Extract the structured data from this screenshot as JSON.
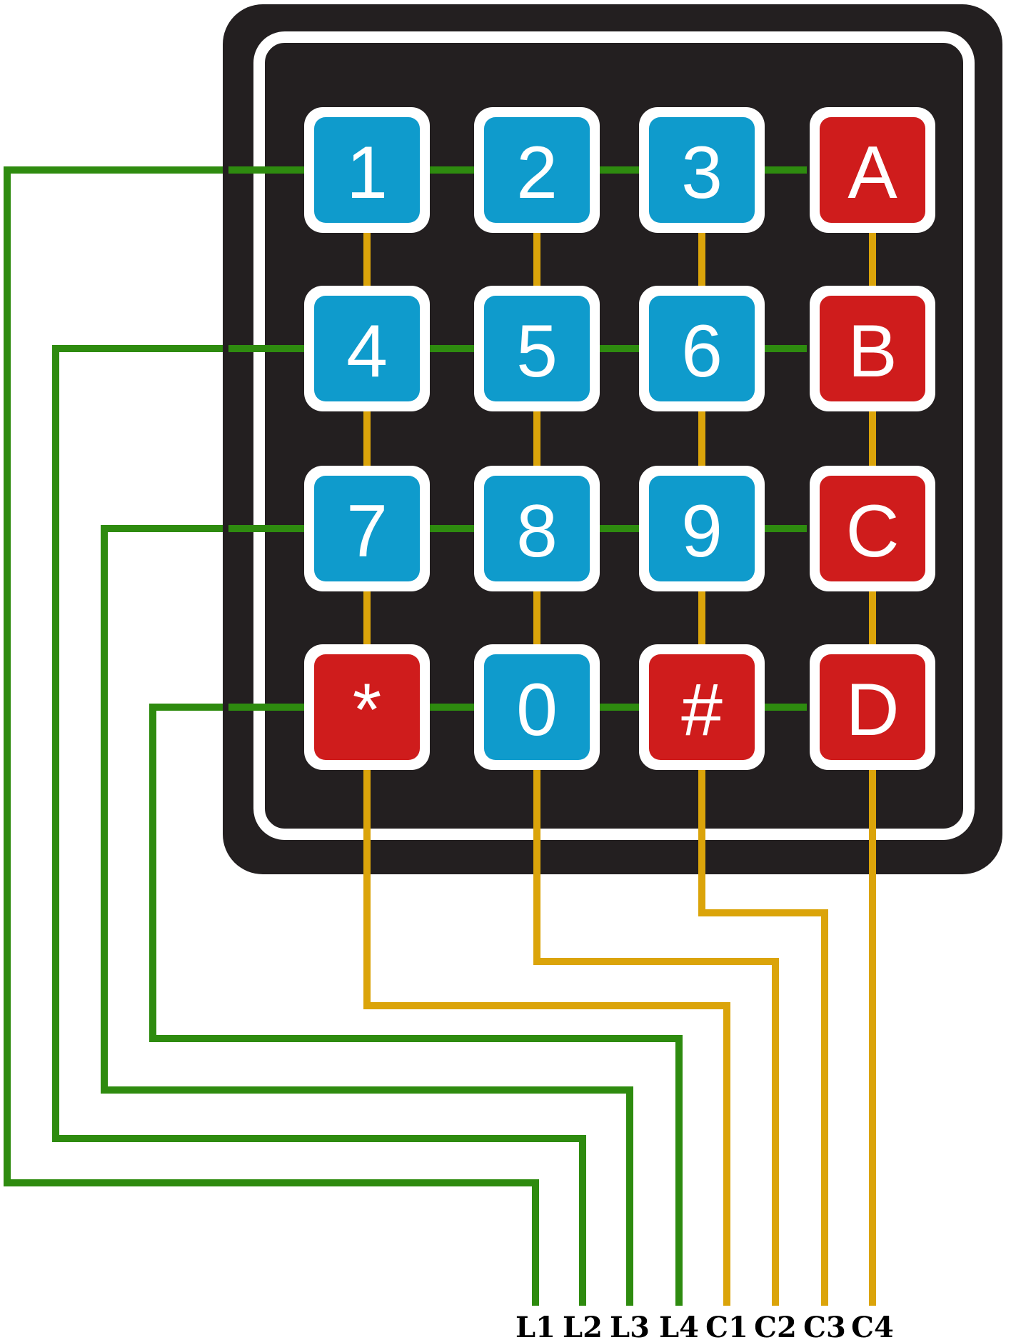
{
  "colors": {
    "background": "#ffffff",
    "keypad_body": "#231f20",
    "frame": "#ffffff",
    "row_wire": "#2e8b0f",
    "column_wire": "#dba40a",
    "key_blue": "#0f9bcc",
    "key_red": "#cf1c1c",
    "key_text": "#ffffff",
    "pin_text": "#000000"
  },
  "keys": [
    [
      {
        "label": "1",
        "color": "blue"
      },
      {
        "label": "2",
        "color": "blue"
      },
      {
        "label": "3",
        "color": "blue"
      },
      {
        "label": "A",
        "color": "red"
      }
    ],
    [
      {
        "label": "4",
        "color": "blue"
      },
      {
        "label": "5",
        "color": "blue"
      },
      {
        "label": "6",
        "color": "blue"
      },
      {
        "label": "B",
        "color": "red"
      }
    ],
    [
      {
        "label": "7",
        "color": "blue"
      },
      {
        "label": "8",
        "color": "blue"
      },
      {
        "label": "9",
        "color": "blue"
      },
      {
        "label": "C",
        "color": "red"
      }
    ],
    [
      {
        "label": "*",
        "color": "red"
      },
      {
        "label": "0",
        "color": "blue"
      },
      {
        "label": "#",
        "color": "red"
      },
      {
        "label": "D",
        "color": "red"
      }
    ]
  ],
  "row_pins": [
    "L1",
    "L2",
    "L3",
    "L4"
  ],
  "column_pins": [
    "C1",
    "C2",
    "C3",
    "C4"
  ]
}
